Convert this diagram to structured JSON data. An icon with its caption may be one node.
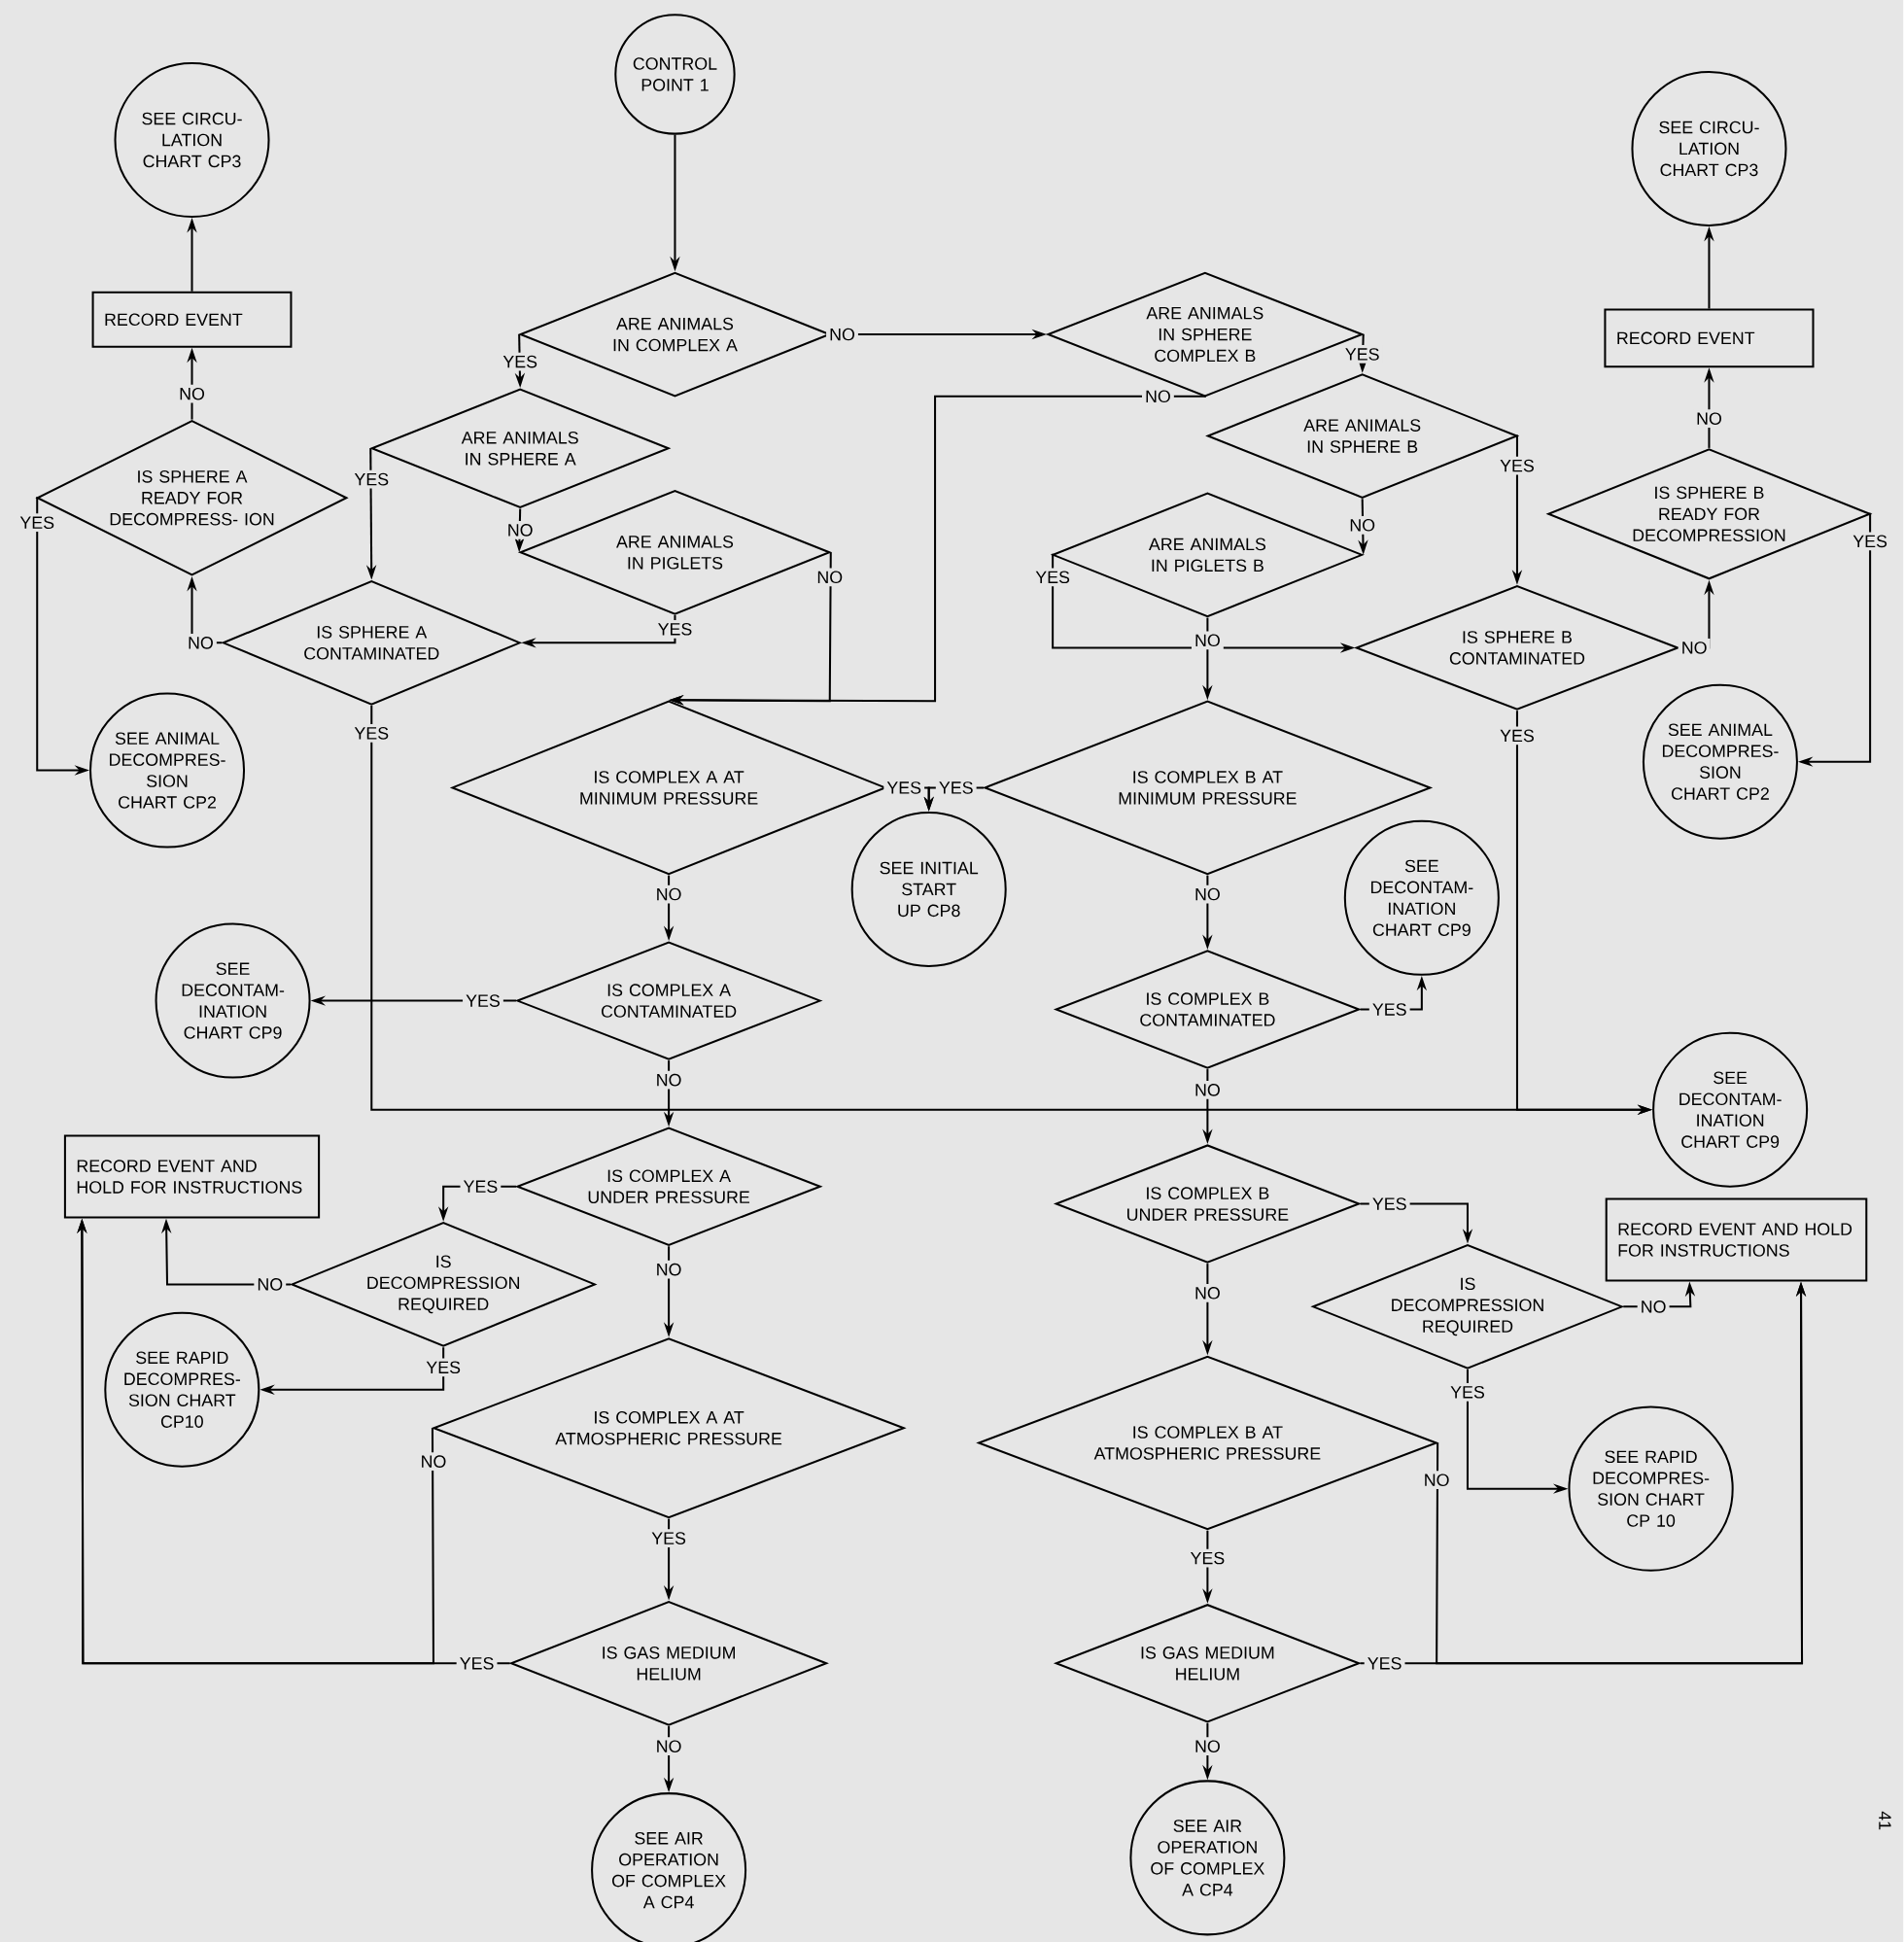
{
  "diagram": {
    "nodes": [
      {
        "text": [
          "CONTROL POINT 1"
        ]
      },
      {
        "text": [
          "SEE CIRCU- LATION CHART CP3"
        ]
      },
      {
        "text": [
          "SEE CIRCU- LATION CHART CP3"
        ]
      },
      {
        "text": [
          "RECORD EVENT"
        ]
      },
      {
        "text": [
          "RECORD EVENT"
        ]
      },
      {
        "text": [
          "ARE ANIMALS IN COMPLEX A"
        ]
      },
      {
        "text": [
          "ARE ANIMALS IN SPHERE COMPLEX B"
        ]
      },
      {
        "text": [
          "ARE ANIMALS IN SPHERE A"
        ]
      },
      {
        "text": [
          "ARE ANIMALS IN SPHERE B"
        ]
      },
      {
        "text": [
          "IS SPHERE A READY FOR DECOMPRESS- ION"
        ]
      },
      {
        "text": [
          "IS SPHERE B READY FOR DECOMPRESSION"
        ]
      },
      {
        "text": [
          "ARE ANIMALS IN PIGLETS"
        ]
      },
      {
        "text": [
          "ARE ANIMALS IN PIGLETS B"
        ]
      },
      {
        "text": [
          "IS SPHERE A CONTAMINATED"
        ]
      },
      {
        "text": [
          "IS SPHERE B CONTAMINATED"
        ]
      },
      {
        "text": [
          "SEE ANIMAL DECOMPRES- SION CHART CP2"
        ]
      },
      {
        "text": [
          "SEE ANIMAL DECOMPRES- SION CHART CP2"
        ]
      },
      {
        "text": [
          "IS COMPLEX A AT MINIMUM PRESSURE"
        ]
      },
      {
        "text": [
          "IS COMPLEX B AT MINIMUM PRESSURE"
        ]
      },
      {
        "text": [
          "SEE INITIAL START UP CP8"
        ]
      },
      {
        "text": [
          "SEE DECONTAM- INATION CHART CP9"
        ]
      },
      {
        "text": [
          "SEE DECONTAM- INATION CHART CP9"
        ]
      },
      {
        "text": [
          "IS COMPLEX A CONTAMINATED"
        ]
      },
      {
        "text": [
          "IS COMPLEX B CONTAMINATED"
        ]
      },
      {
        "text": [
          "SEE DECONTAM- INATION CHART CP9"
        ]
      },
      {
        "text": [
          "RECORD EVENT AND HOLD FOR INSTRUCTIONS"
        ]
      },
      {
        "text": [
          "IS COMPLEX A UNDER PRESSURE"
        ]
      },
      {
        "text": [
          "IS COMPLEX B UNDER PRESSURE"
        ]
      },
      {
        "text": [
          "RECORD EVENT AND HOLD FOR INSTRUCTIONS"
        ]
      },
      {
        "text": [
          "IS DECOMPRESSION REQUIRED"
        ]
      },
      {
        "text": [
          "IS DECOMPRESSION REQUIRED"
        ]
      },
      {
        "text": [
          "SEE RAPID DECOMPRES- SION CHART CP10"
        ]
      },
      {
        "text": [
          "SEE RAPID DECOMPRES- SION CHART CP 10"
        ]
      },
      {
        "text": [
          "IS COMPLEX A AT ATMOSPHERIC PRESSURE"
        ]
      },
      {
        "text": [
          "IS COMPLEX B AT ATMOSPHERIC PRESSURE"
        ]
      },
      {
        "text": [
          "IS GAS MEDIUM HELIUM"
        ]
      },
      {
        "text": [
          "IS GAS MEDIUM HELIUM"
        ]
      },
      {
        "text": [
          "SEE AIR OPERATION OF COMPLEX A CP4"
        ]
      },
      {
        "text": [
          "SEE AIR OPERATION OF COMPLEX A CP4"
        ]
      }
    ],
    "edges": [
      {
        "from": 0,
        "to": 5,
        "arrow": "to"
      },
      {
        "from": 5,
        "to": 6,
        "arrow": "to",
        "label": "NO"
      },
      {
        "from": 5,
        "to": 7,
        "arrow": "to",
        "label": "YES"
      },
      {
        "from": 7,
        "to": 13,
        "arrow": "to",
        "label": "YES"
      },
      {
        "from": 7,
        "to": 11,
        "arrow": "to",
        "label": "NO"
      },
      {
        "from": 11,
        "to": 13,
        "arrow": "to",
        "label": "YES"
      },
      {
        "from": 11,
        "to": 17,
        "arrow": "to",
        "label": "NO"
      },
      {
        "from": 6,
        "to": 8,
        "arrow": "to",
        "label": "YES"
      },
      {
        "from": 6,
        "to": 17,
        "arrow": "to",
        "label": "NO"
      },
      {
        "from": 8,
        "to": 14,
        "arrow": "to",
        "label": "YES"
      },
      {
        "from": 8,
        "to": 12,
        "arrow": "to",
        "label": "NO"
      },
      {
        "from": 12,
        "to": 14,
        "arrow": "to",
        "label": "YES"
      },
      {
        "from": 12,
        "to": 18,
        "arrow": "to",
        "label": "NO"
      },
      {
        "from": 13,
        "to": 9,
        "arrow": "to",
        "label": "NO"
      },
      {
        "from": 13,
        "to": 24,
        "arrow": "to",
        "label": "YES"
      },
      {
        "from": 9,
        "to": 3,
        "arrow": "to",
        "label": "NO"
      },
      {
        "from": 3,
        "to": 1,
        "arrow": "to"
      },
      {
        "from": 9,
        "to": 15,
        "arrow": "to",
        "label": "YES"
      },
      {
        "from": 14,
        "to": 10,
        "arrow": "to",
        "label": "NO"
      },
      {
        "from": 10,
        "to": 4,
        "arrow": "to",
        "label": "NO"
      },
      {
        "from": 4,
        "to": 2,
        "arrow": "to"
      },
      {
        "from": 10,
        "to": 16,
        "arrow": "to",
        "label": "YES"
      },
      {
        "from": 14,
        "to": 24,
        "arrow": "to",
        "label": "YES"
      },
      {
        "from": 17,
        "to": 19,
        "arrow": "to",
        "label": "YES"
      },
      {
        "from": 18,
        "to": 19,
        "arrow": "to",
        "label": "YES"
      },
      {
        "from": 17,
        "to": 22,
        "arrow": "to",
        "label": "NO"
      },
      {
        "from": 18,
        "to": 23,
        "arrow": "to",
        "label": "NO"
      },
      {
        "from": 22,
        "to": 21,
        "arrow": "to",
        "label": "YES"
      },
      {
        "from": 23,
        "to": 20,
        "arrow": "to",
        "label": "YES"
      },
      {
        "from": 22,
        "to": 26,
        "arrow": "to",
        "label": "NO"
      },
      {
        "from": 23,
        "to": 27,
        "arrow": "to",
        "label": "NO"
      },
      {
        "from": 26,
        "to": 29,
        "arrow": "to",
        "label": "YES"
      },
      {
        "from": 26,
        "to": 33,
        "arrow": "to",
        "label": "NO"
      },
      {
        "from": 27,
        "to": 30,
        "arrow": "to",
        "label": "YES"
      },
      {
        "from": 27,
        "to": 34,
        "arrow": "to",
        "label": "NO"
      },
      {
        "from": 29,
        "to": 25,
        "arrow": "to",
        "label": "NO"
      },
      {
        "from": 29,
        "to": 31,
        "arrow": "to",
        "label": "YES"
      },
      {
        "from": 30,
        "to": 28,
        "arrow": "to",
        "label": "NO"
      },
      {
        "from": 30,
        "to": 32,
        "arrow": "to",
        "label": "YES"
      },
      {
        "from": 33,
        "to": 35,
        "arrow": "to",
        "label": "YES"
      },
      {
        "from": 33,
        "to": 25,
        "arrow": "to",
        "label": "NO"
      },
      {
        "from": 35,
        "to": 25,
        "arrow": "to",
        "label": "YES"
      },
      {
        "from": 34,
        "to": 28,
        "arrow": "to",
        "label": "NO"
      },
      {
        "from": 36,
        "to": 28,
        "arrow": "to",
        "label": "YES"
      },
      {
        "from": 35,
        "to": 37,
        "arrow": "to",
        "label": "NO"
      },
      {
        "from": 36,
        "to": 38,
        "arrow": "to",
        "label": "NO"
      },
      {
        "from": 34,
        "to": 36,
        "arrow": "to",
        "label": "YES"
      }
    ],
    "labels": [
      "41"
    ]
  }
}
